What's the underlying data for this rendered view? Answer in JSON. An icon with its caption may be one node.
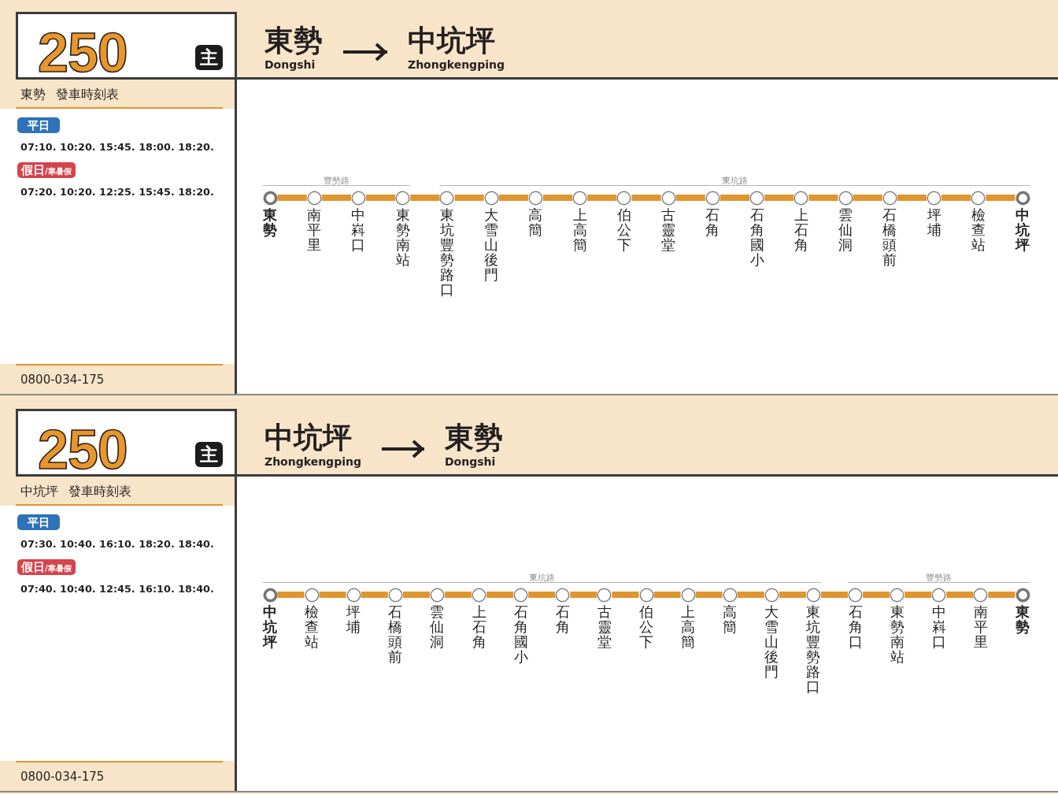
{
  "diagram": {
    "nodes": [
      {
        "text": [
          "250"
        ]
      },
      {
        "text": [
          "主"
        ],
        "in": 0
      },
      {
        "text": [
          "東勢",
          "Dongshi"
        ]
      },
      {
        "text": [
          "中坑坪",
          "Zhongkengping"
        ]
      },
      {
        "text": [
          "平日"
        ]
      },
      {
        "text": [
          "假日",
          "/寒暑假"
        ]
      },
      {
        "text": [
          "東勢"
        ]
      },
      {
        "text": [
          "南平里"
        ]
      },
      {
        "text": [
          "中嵙口"
        ]
      },
      {
        "text": [
          "東勢南站"
        ]
      },
      {
        "text": [
          "東坑豐勢路口"
        ]
      },
      {
        "text": [
          "大雪山後門"
        ]
      },
      {
        "text": [
          "高簡"
        ]
      },
      {
        "text": [
          "上高簡"
        ]
      },
      {
        "text": [
          "伯公下"
        ]
      },
      {
        "text": [
          "古靈堂"
        ]
      },
      {
        "text": [
          "石角"
        ]
      },
      {
        "text": [
          "石角國小"
        ]
      },
      {
        "text": [
          "上石角"
        ]
      },
      {
        "text": [
          "雲仙洞"
        ]
      },
      {
        "text": [
          "石橋頭前"
        ]
      },
      {
        "text": [
          "坪埔"
        ]
      },
      {
        "text": [
          "檢查站"
        ]
      },
      {
        "text": [
          "中坑坪"
        ]
      },
      {
        "text": [
          "250"
        ]
      },
      {
        "text": [
          "主"
        ],
        "in": 24
      },
      {
        "text": [
          "中坑坪",
          "Zhongkengping"
        ]
      },
      {
        "text": [
          "東勢",
          "Dongshi"
        ]
      },
      {
        "text": [
          "平日"
        ]
      },
      {
        "text": [
          "假日",
          "/寒暑假"
        ]
      },
      {
        "text": [
          "中坑坪"
        ]
      },
      {
        "text": [
          "檢查站"
        ]
      },
      {
        "text": [
          "坪埔"
        ]
      },
      {
        "text": [
          "石橋頭前"
        ]
      },
      {
        "text": [
          "雲仙洞"
        ]
      },
      {
        "text": [
          "上石角"
        ]
      },
      {
        "text": [
          "石角國小"
        ]
      },
      {
        "text": [
          "石角"
        ]
      },
      {
        "text": [
          "古靈堂"
        ]
      },
      {
        "text": [
          "伯公下"
        ]
      },
      {
        "text": [
          "上高簡"
        ]
      },
      {
        "text": [
          "高簡"
        ]
      },
      {
        "text": [
          "大雪山後門"
        ]
      },
      {
        "text": [
          "東坑豐勢路口"
        ]
      },
      {
        "text": [
          "石角口"
        ]
      },
      {
        "text": [
          "東勢南站"
        ]
      },
      {
        "text": [
          "中嵙口"
        ]
      },
      {
        "text": [
          "南平里"
        ]
      },
      {
        "text": [
          "東勢"
        ]
      }
    ],
    "edges": [
      {
        "from": 2,
        "to": 3,
        "arrow": "to",
        "color": "#231f20"
      },
      {
        "from": 6,
        "to": 7,
        "arrow": "none"
      },
      {
        "from": 7,
        "to": 8,
        "arrow": "none"
      },
      {
        "from": 8,
        "to": 9,
        "arrow": "none"
      },
      {
        "from": 9,
        "to": 10,
        "arrow": "none"
      },
      {
        "from": 10,
        "to": 11,
        "arrow": "none"
      },
      {
        "from": 11,
        "to": 12,
        "arrow": "none"
      },
      {
        "from": 12,
        "to": 13,
        "arrow": "none"
      },
      {
        "from": 13,
        "to": 14,
        "arrow": "none"
      },
      {
        "from": 14,
        "to": 15,
        "arrow": "none"
      },
      {
        "from": 15,
        "to": 16,
        "arrow": "none"
      },
      {
        "from": 16,
        "to": 17,
        "arrow": "none"
      },
      {
        "from": 17,
        "to": 18,
        "arrow": "none"
      },
      {
        "from": 18,
        "to": 19,
        "arrow": "none"
      },
      {
        "from": 19,
        "to": 20,
        "arrow": "none"
      },
      {
        "from": 20,
        "to": 21,
        "arrow": "none"
      },
      {
        "from": 21,
        "to": 22,
        "arrow": "none"
      },
      {
        "from": 22,
        "to": 23,
        "arrow": "none"
      },
      {
        "from": 26,
        "to": 27,
        "arrow": "to",
        "color": "#231f20"
      },
      {
        "from": 30,
        "to": 31,
        "arrow": "none"
      },
      {
        "from": 31,
        "to": 32,
        "arrow": "none"
      },
      {
        "from": 32,
        "to": 33,
        "arrow": "none"
      },
      {
        "from": 33,
        "to": 34,
        "arrow": "none"
      },
      {
        "from": 34,
        "to": 35,
        "arrow": "none"
      },
      {
        "from": 35,
        "to": 36,
        "arrow": "none"
      },
      {
        "from": 36,
        "to": 37,
        "arrow": "none"
      },
      {
        "from": 37,
        "to": 38,
        "arrow": "none"
      },
      {
        "from": 38,
        "to": 39,
        "arrow": "none"
      },
      {
        "from": 39,
        "to": 40,
        "arrow": "none"
      },
      {
        "from": 40,
        "to": 41,
        "arrow": "none"
      },
      {
        "from": 41,
        "to": 42,
        "arrow": "none"
      },
      {
        "from": 42,
        "to": 43,
        "arrow": "none"
      },
      {
        "from": 43,
        "to": 44,
        "arrow": "none"
      },
      {
        "from": 44,
        "to": 45,
        "arrow": "none"
      },
      {
        "from": 45,
        "to": 46,
        "arrow": "none"
      },
      {
        "from": 46,
        "to": 47,
        "arrow": "none"
      },
      {
        "from": 47,
        "to": 48,
        "arrow": "none"
      }
    ],
    "labels": [
      "東勢 發車時刻表",
      "07:10. 10:20. 15:45. 18:00. 18:20.",
      "07:20. 10:20. 12:25. 15:45. 18:20.",
      "豐勢路",
      "東坑路",
      "0800-034-175",
      "中坑坪 發車時刻表",
      "07:30. 10:40. 16:10. 18:20. 18:40.",
      "07:40. 10:40. 12:45. 16:10. 18:40.",
      "東坑路",
      "豐勢路",
      "0800-034-175"
    ]
  }
}
